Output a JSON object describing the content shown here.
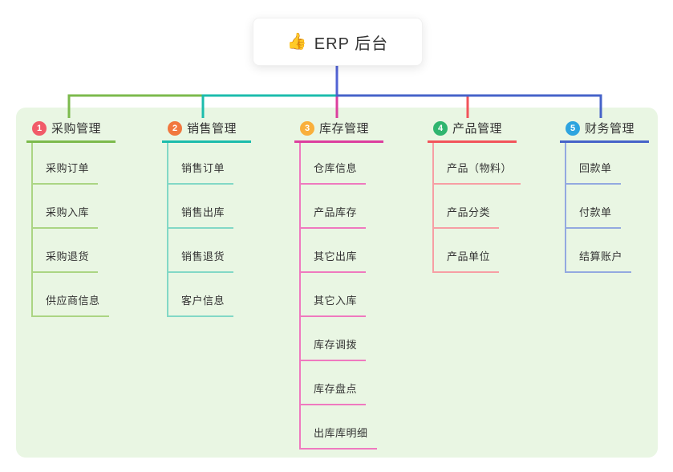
{
  "root": {
    "icon": "👍",
    "label": "ERP 后台"
  },
  "branches": [
    {
      "number": "1",
      "label": "采购管理",
      "badge_color": "#F15B69",
      "line_color": "#7CBA4C",
      "child_line_color": "#ABD583",
      "children": [
        "采购订单",
        "采购入库",
        "采购退货",
        "供应商信息"
      ]
    },
    {
      "number": "2",
      "label": "销售管理",
      "badge_color": "#F1773E",
      "line_color": "#1CBCAC",
      "child_line_color": "#82D8C6",
      "children": [
        "销售订单",
        "销售出库",
        "销售退货",
        "客户信息"
      ]
    },
    {
      "number": "3",
      "label": "库存管理",
      "badge_color": "#F9AF3B",
      "line_color": "#DC3F9E",
      "child_line_color": "#EF79BF",
      "children": [
        "仓库信息",
        "产品库存",
        "其它出库",
        "其它入库",
        "库存调拨",
        "库存盘点",
        "出库库明细"
      ]
    },
    {
      "number": "4",
      "label": "产品管理",
      "badge_color": "#2FB56F",
      "line_color": "#F2545B",
      "child_line_color": "#F79EA4",
      "children": [
        "产品（物料）",
        "产品分类",
        "产品单位"
      ]
    },
    {
      "number": "5",
      "label": "财务管理",
      "badge_color": "#2EA4DF",
      "line_color": "#4663C9",
      "child_line_color": "#93A9E0",
      "children": [
        "回款单",
        "付款单",
        "结算账户"
      ]
    }
  ],
  "colors": {
    "page_background": "#FFFFFF",
    "panel_background": "#E9F6E3",
    "root_connector": "#5263D4"
  }
}
